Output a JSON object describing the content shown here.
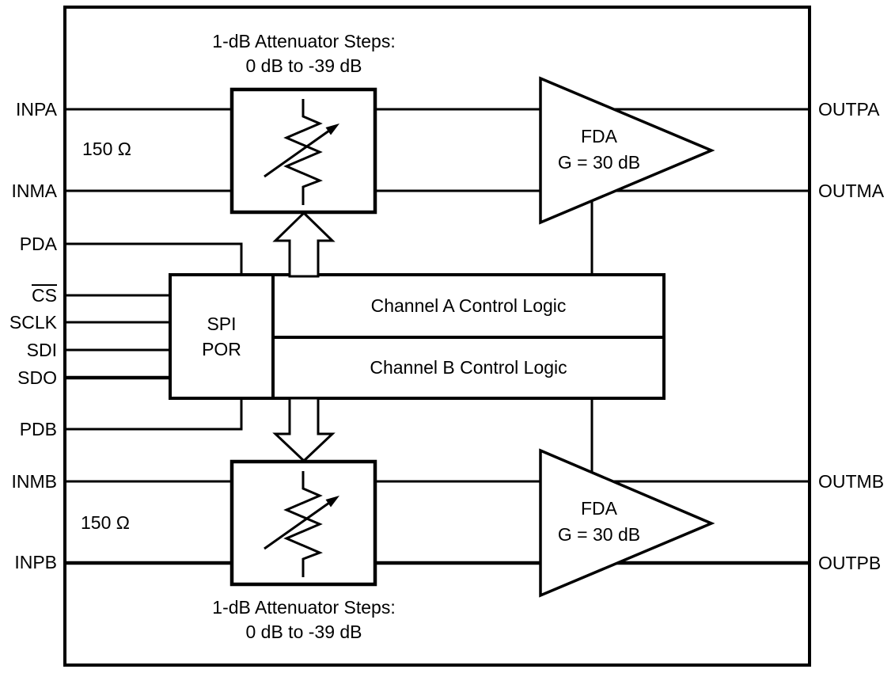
{
  "diagram": {
    "description": "Dual-channel digital step attenuator with fully differential amplifiers functional block diagram",
    "ink_color": "#000000",
    "background_color": "#ffffff"
  },
  "pins": {
    "left": [
      {
        "label": "INPA"
      },
      {
        "label": "INMA"
      },
      {
        "label": "PDA"
      },
      {
        "label": "CS",
        "overline": true
      },
      {
        "label": "SCLK"
      },
      {
        "label": "SDI"
      },
      {
        "label": "SDO"
      },
      {
        "label": "PDB"
      },
      {
        "label": "INMB"
      },
      {
        "label": "INPB"
      }
    ],
    "right": [
      {
        "label": "OUTPA"
      },
      {
        "label": "OUTMA"
      },
      {
        "label": "OUTMB"
      },
      {
        "label": "OUTPB"
      }
    ]
  },
  "blocks": {
    "attenuator_a": {
      "caption_line1": "1-dB Attenuator Steps:",
      "caption_line2": "0 dB to -39 dB"
    },
    "attenuator_b": {
      "caption_line1": "1-dB Attenuator Steps:",
      "caption_line2": "0 dB to -39 dB"
    },
    "input_impedance_a": {
      "label": "150 Ω"
    },
    "input_impedance_b": {
      "label": "150 Ω"
    },
    "spi": {
      "line1": "SPI",
      "line2": "POR"
    },
    "channel_a_logic": {
      "label": "Channel A Control Logic"
    },
    "channel_b_logic": {
      "label": "Channel B Control Logic"
    },
    "fda_a": {
      "line1": "FDA",
      "line2": "G = 30 dB"
    },
    "fda_b": {
      "line1": "FDA",
      "line2": "G = 30 dB"
    }
  }
}
